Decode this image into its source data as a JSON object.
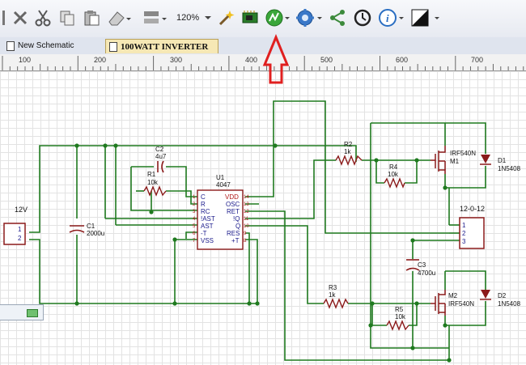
{
  "toolbar": {
    "zoom_level": "120%",
    "icons": [
      "cut-icon",
      "scissors-icon",
      "copy-icon",
      "paste-icon",
      "eraser-icon",
      "align-icon",
      "zoom-icon",
      "magic-wand-icon",
      "pcb-icon",
      "simulate-icon",
      "settings-icon",
      "share-icon",
      "history-icon",
      "info-icon",
      "contrast-icon"
    ],
    "accent": "#2e8b2e",
    "arrow_color": "#e02020"
  },
  "tabs": [
    {
      "label": "New Schematic",
      "active": false
    },
    {
      "label": "100WATT INVERTER",
      "active": true
    }
  ],
  "ruler": {
    "labels": [
      "100",
      "200",
      "300",
      "400",
      "500",
      "600",
      "700"
    ]
  },
  "schematic": {
    "wire_color": "#1f7a1f",
    "part_color": "#8b1a1a",
    "pin_color": "#1a1a8b",
    "u1": {
      "ref": "U1",
      "value": "4047",
      "left_pins": [
        "C",
        "R",
        "RC",
        "!AST",
        "AST",
        "-T",
        "VSS"
      ],
      "left_nums": [
        "1",
        "2",
        "3",
        "4",
        "5",
        "6",
        "7"
      ],
      "right_pins": [
        "VDD",
        "OSC",
        "RET",
        "!Q",
        "Q",
        "RES",
        "+T"
      ],
      "right_nums": [
        "14",
        "13",
        "12",
        "11",
        "10",
        "9",
        "8"
      ]
    },
    "c2": {
      "ref": "C2",
      "value": "4u7"
    },
    "r1": {
      "ref": "R1",
      "value": "10k"
    },
    "c1": {
      "ref": "C1",
      "value": "2000u"
    },
    "j1": {
      "label": "12V",
      "pins": [
        "1",
        "2"
      ]
    },
    "r2": {
      "ref": "R2",
      "value": "1k"
    },
    "r3": {
      "ref": "R3",
      "value": "1k"
    },
    "r4": {
      "ref": "R4",
      "value": "10k"
    },
    "r5": {
      "ref": "R5",
      "value": "10k"
    },
    "m1": {
      "ref": "M1",
      "value": "IRF540N"
    },
    "m2": {
      "ref": "M2",
      "value": "IRF540N"
    },
    "d1": {
      "ref": "D1",
      "value": "1N5408"
    },
    "d2": {
      "ref": "D2",
      "value": "1N5408"
    },
    "c3": {
      "ref": "C3",
      "value": "4700u"
    },
    "j2": {
      "label": "12-0-12",
      "pins": [
        "1",
        "2",
        "3"
      ]
    }
  }
}
